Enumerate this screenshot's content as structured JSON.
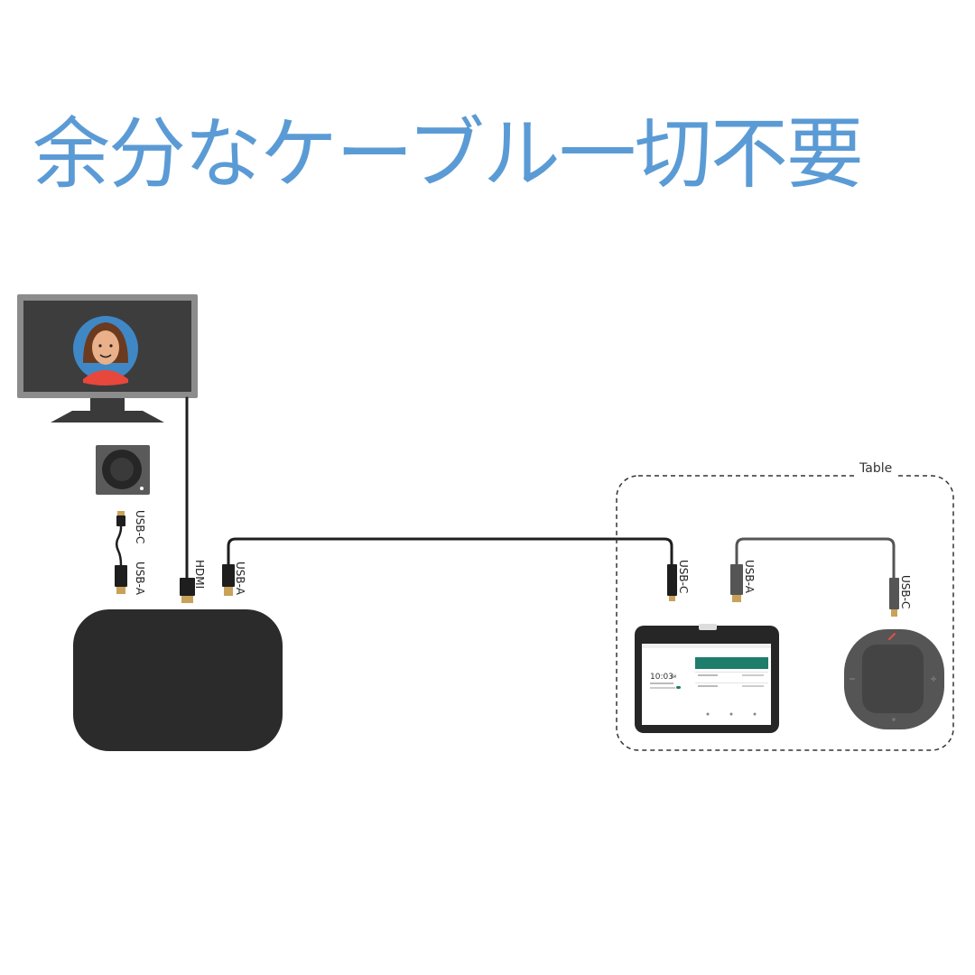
{
  "headline": "余分なケーブル一切不要",
  "table_label": "Table",
  "cables": {
    "camera_usb_c": "USB-C",
    "camera_usb_a": "USB-A",
    "hdmi": "HDMI",
    "hub_usb_a": "USB-A",
    "tablet_usb_c": "USB-C",
    "speaker_usb_a": "USB-A",
    "speaker_usb_c": "USB-C"
  },
  "tablet_screen": {
    "time": "10:03",
    "ampm": "AM"
  },
  "colors": {
    "headline": "#5b9bd5",
    "device_dark": "#2b2b2b",
    "cable": "#1e1e1e",
    "connector_gold": "#c8a25a",
    "screen_teal": "#1e7d6b"
  }
}
